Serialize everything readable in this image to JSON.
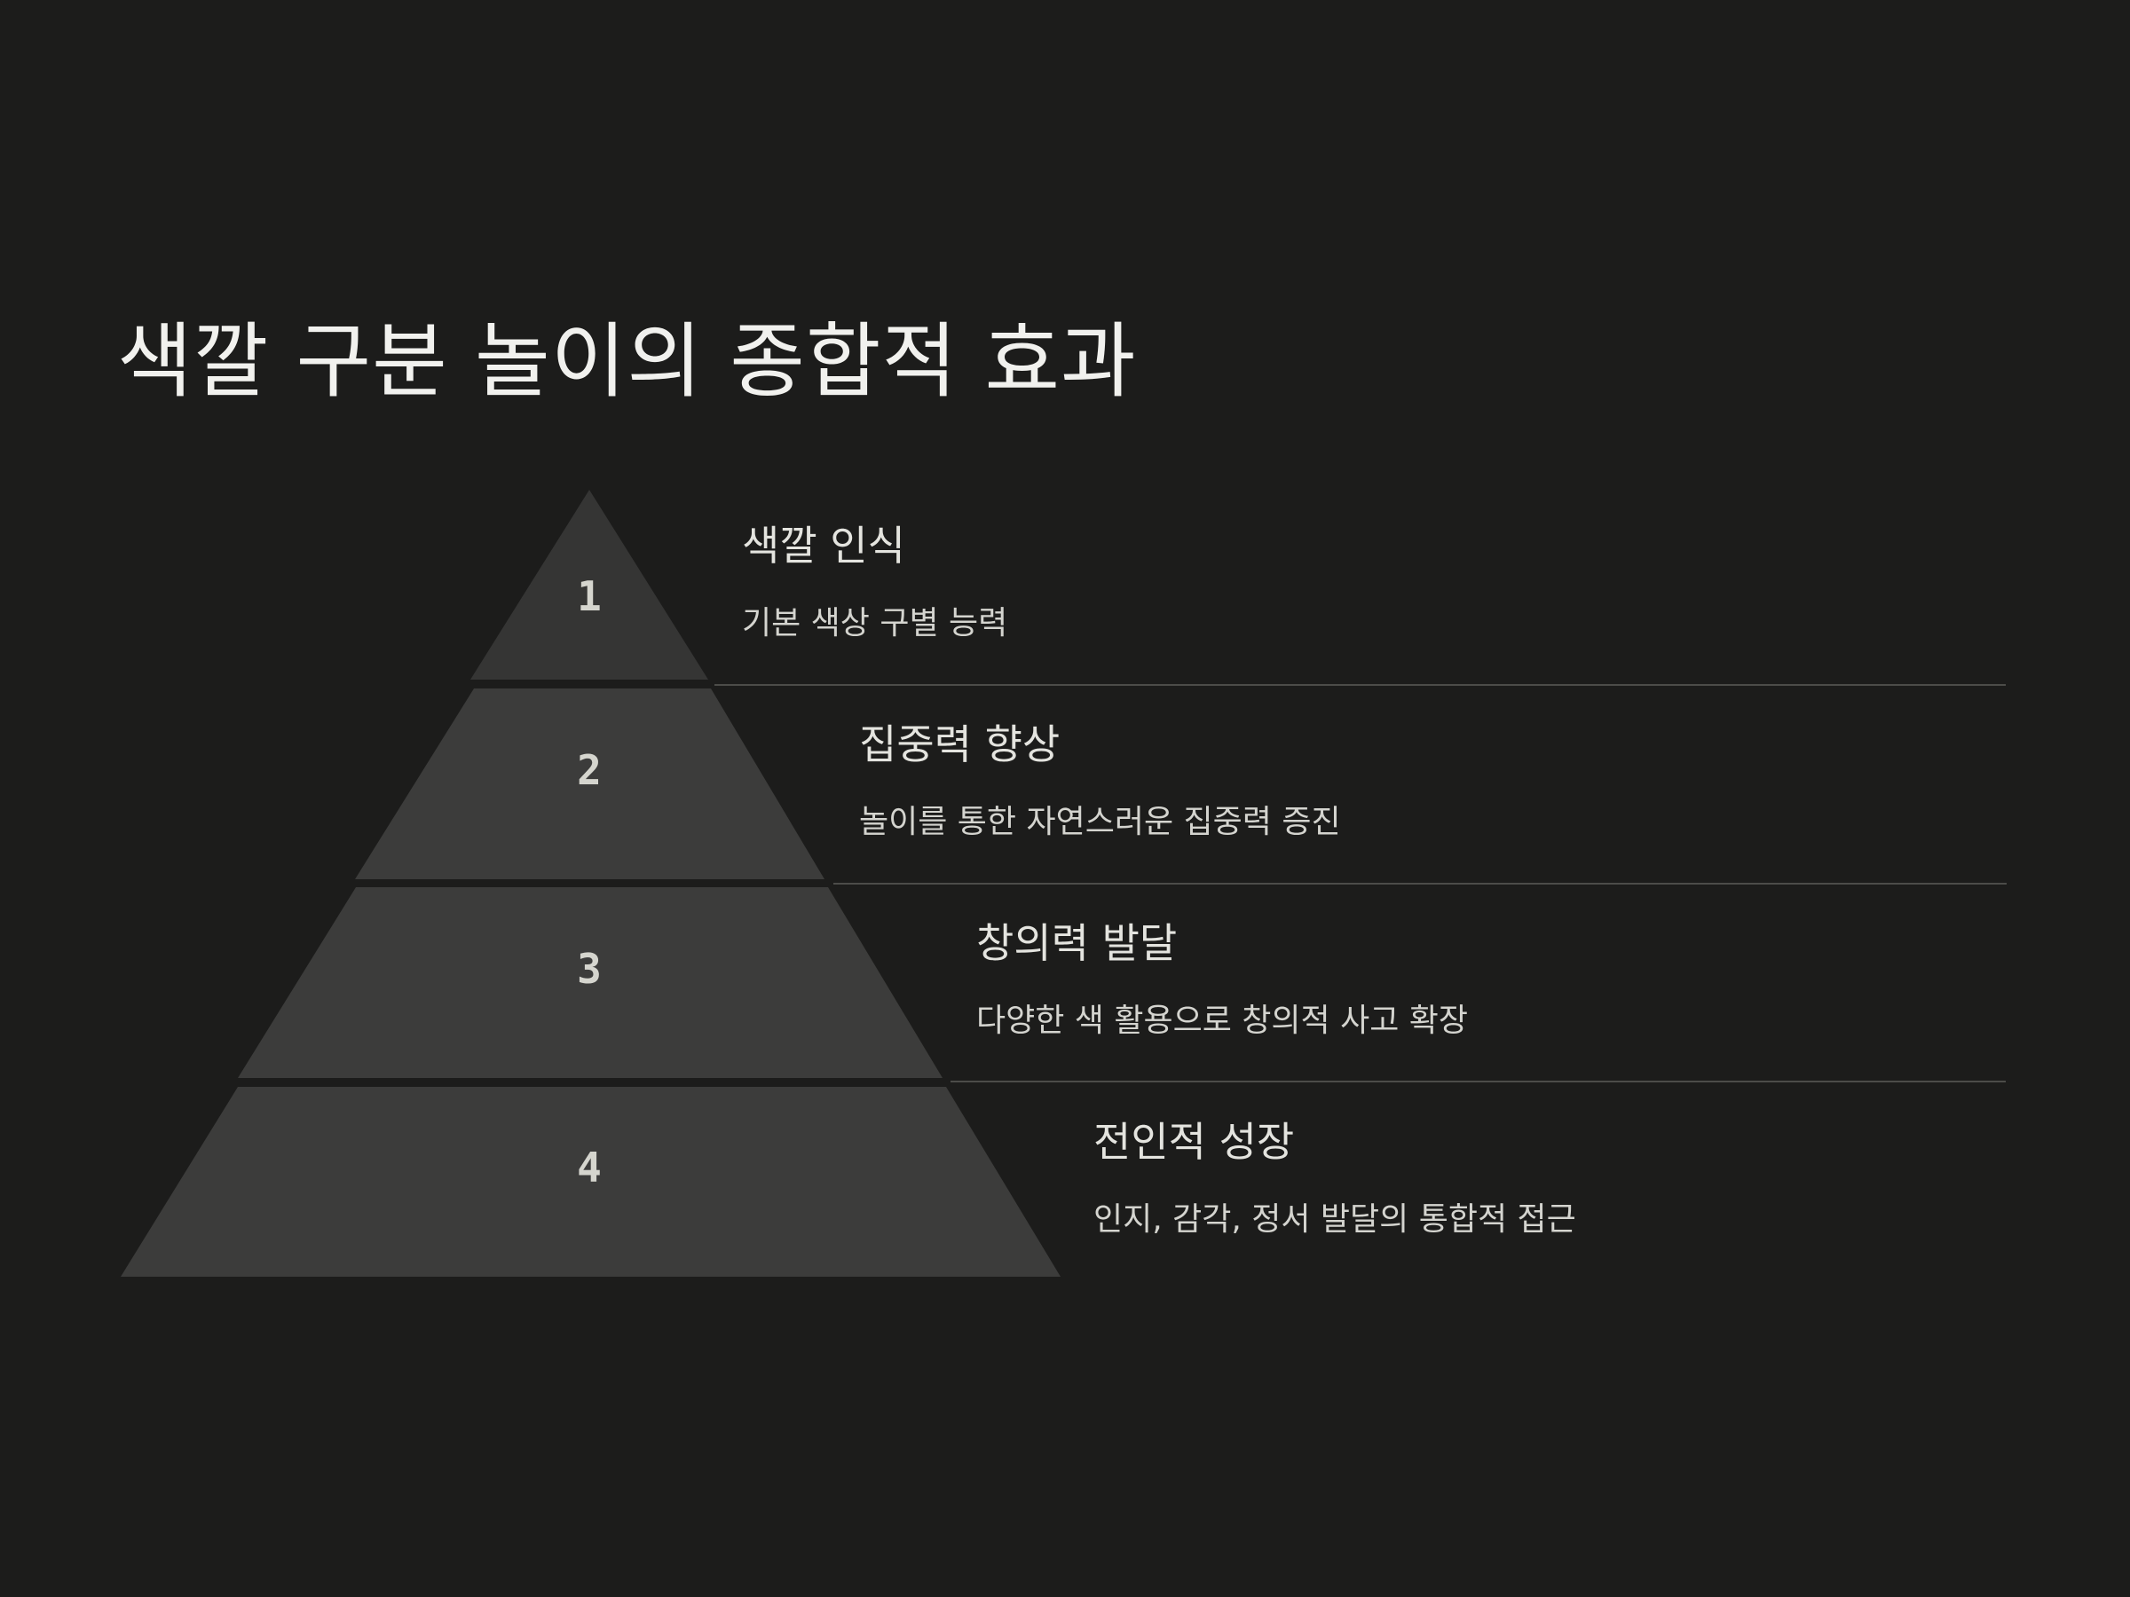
{
  "title": "색깔 구분 놀이의 종합적 효과",
  "colors": {
    "background": "#1c1c1b",
    "pyramid_top": "#353534",
    "pyramid_other": "#3c3c3b",
    "divider": "#4c4c49",
    "text_primary": "#e4e4df"
  },
  "levels": [
    {
      "number": "1",
      "heading": "색깔 인식",
      "description": "기본 색상 구별 능력"
    },
    {
      "number": "2",
      "heading": "집중력 향상",
      "description": "놀이를 통한 자연스러운 집중력 증진"
    },
    {
      "number": "3",
      "heading": "창의력 발달",
      "description": "다양한 색 활용으로 창의적 사고 확장"
    },
    {
      "number": "4",
      "heading": "전인적 성장",
      "description": "인지, 감각, 정서 발달의 통합적 접근"
    }
  ]
}
